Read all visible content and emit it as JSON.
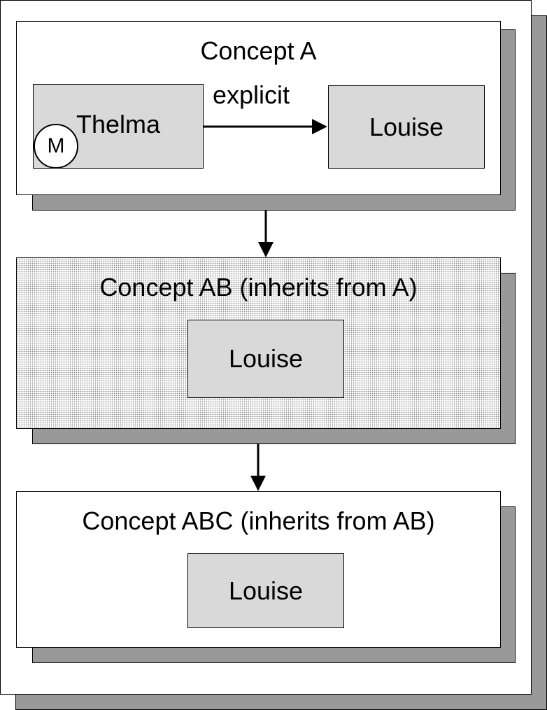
{
  "concepts": [
    {
      "title": "Concept A",
      "nodes": {
        "source": "Thelma",
        "target": "Louise"
      },
      "marker": "M",
      "edge_label": "explicit"
    },
    {
      "title": "Concept AB (inherits from A)",
      "node": "Louise"
    },
    {
      "title": "Concept ABC (inherits from AB)",
      "node": "Louise"
    }
  ]
}
